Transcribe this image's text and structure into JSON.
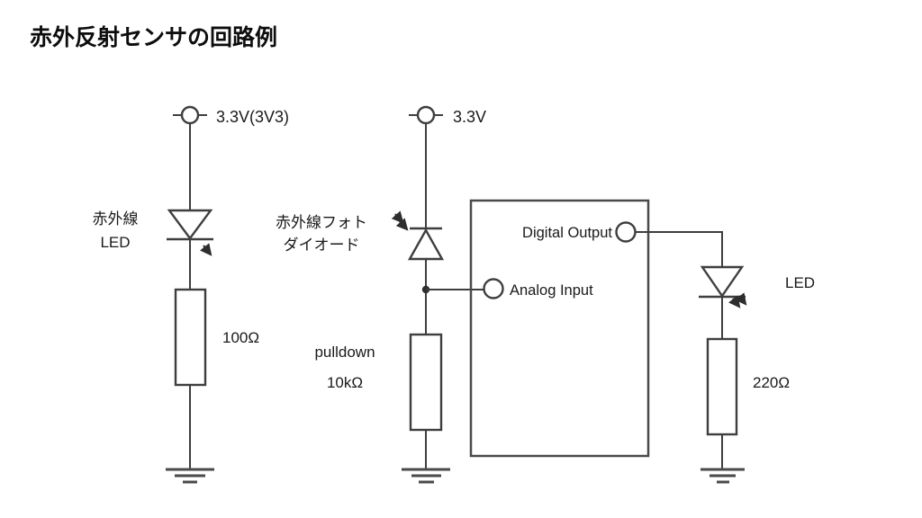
{
  "title": "赤外反射センサの回路例",
  "colors": {
    "background": "#ffffff",
    "line": "#3e3e3e",
    "text": "#1a1a1a"
  },
  "left_branch": {
    "power_label": "3.3V(3V3)",
    "led_label_line1": "赤外線",
    "led_label_line2": "LED",
    "resistor_label": "100Ω"
  },
  "middle_branch": {
    "power_label": "3.3V",
    "photodiode_label_line1": "赤外線フォト",
    "photodiode_label_line2": "ダイオード",
    "pulldown_label": "pulldown",
    "pulldown_value": "10kΩ"
  },
  "controller": {
    "digital_output_label": "Digital Output",
    "analog_input_label": "Analog Input"
  },
  "right_branch": {
    "led_label": "LED",
    "resistor_label": "220Ω"
  }
}
